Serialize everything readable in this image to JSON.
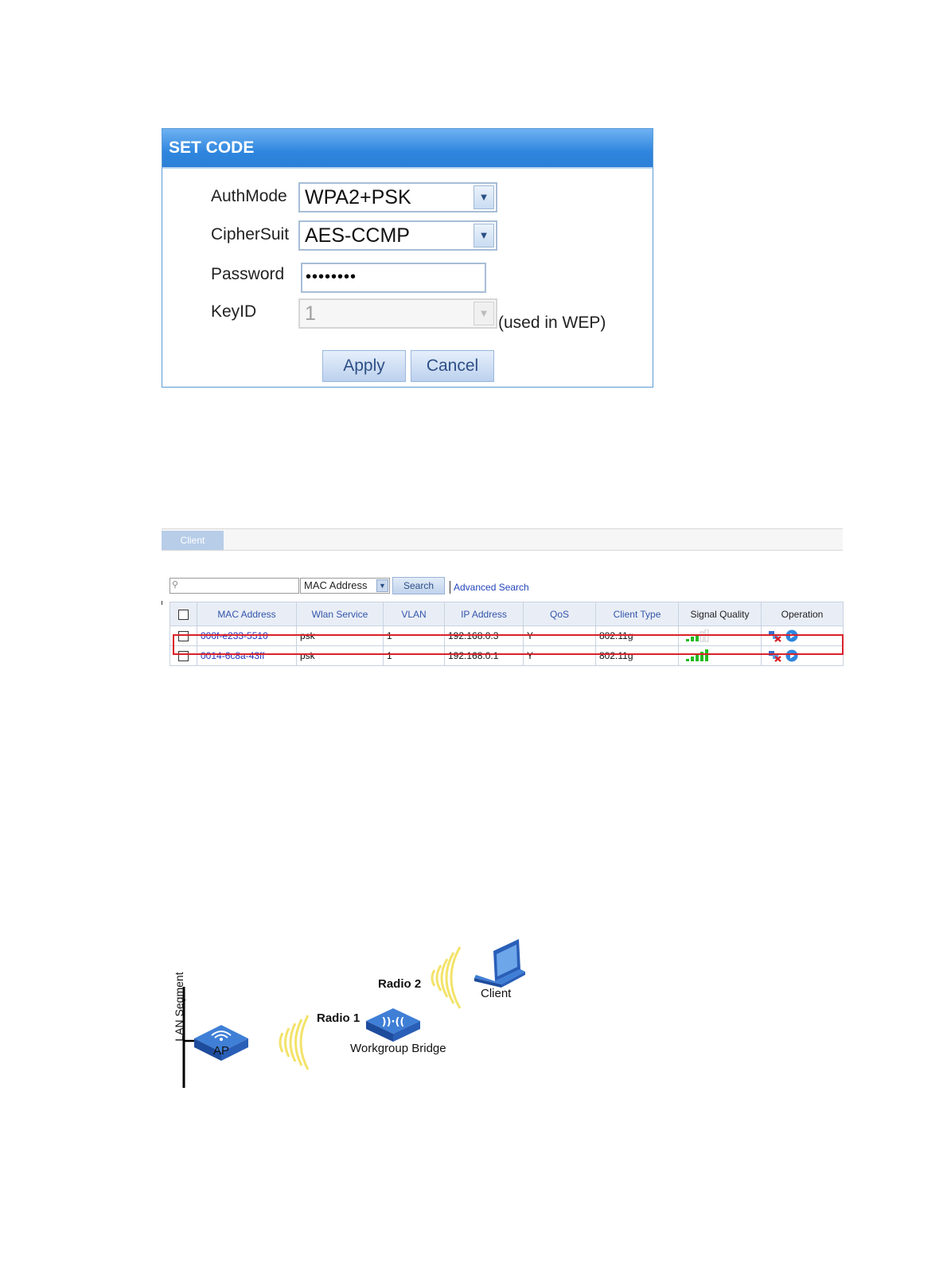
{
  "set_code": {
    "title": "SET CODE",
    "authmode_label": "AuthMode",
    "authmode_value": "WPA2+PSK",
    "ciphersuit_label": "CipherSuit",
    "ciphersuit_value": "AES-CCMP",
    "password_label": "Password",
    "password_value": "••••••••",
    "keyid_label": "KeyID",
    "keyid_value": "1",
    "keyid_hint": "(used in WEP)",
    "apply_label": "Apply",
    "cancel_label": "Cancel"
  },
  "client_panel": {
    "tab_label": "Client",
    "search_field_value": "MAC Address",
    "search_button": "Search",
    "advanced_search": "Advanced Search",
    "columns": [
      "MAC Address",
      "Wlan Service",
      "VLAN",
      "IP Address",
      "QoS",
      "Client Type",
      "Signal Quality",
      "Operation"
    ],
    "rows": [
      {
        "mac": "000f-e233-5510",
        "wlan": "psk",
        "vlan": "1",
        "ip": "192.168.0.3",
        "qos": "Y",
        "type": "802.11g",
        "signal_bars": 3,
        "highlighted": true
      },
      {
        "mac": "0014-6c8a-43ff",
        "wlan": "psk",
        "vlan": "1",
        "ip": "192.168.0.1",
        "qos": "Y",
        "type": "802.11g",
        "signal_bars": 5,
        "highlighted": false
      }
    ]
  },
  "diagram": {
    "lan_segment": "LAN Segment",
    "ap": "AP",
    "radio1": "Radio 1",
    "radio2": "Radio 2",
    "workgroup_bridge": "Workgroup Bridge",
    "client": "Client"
  },
  "colors": {
    "header_blue": "#2f86de",
    "highlight_red": "#d9222a",
    "link_blue": "#2233bb",
    "signal_green": "#22bb22",
    "wave_yellow": "#f3e36a",
    "device_blue": "#2a5fb8"
  }
}
